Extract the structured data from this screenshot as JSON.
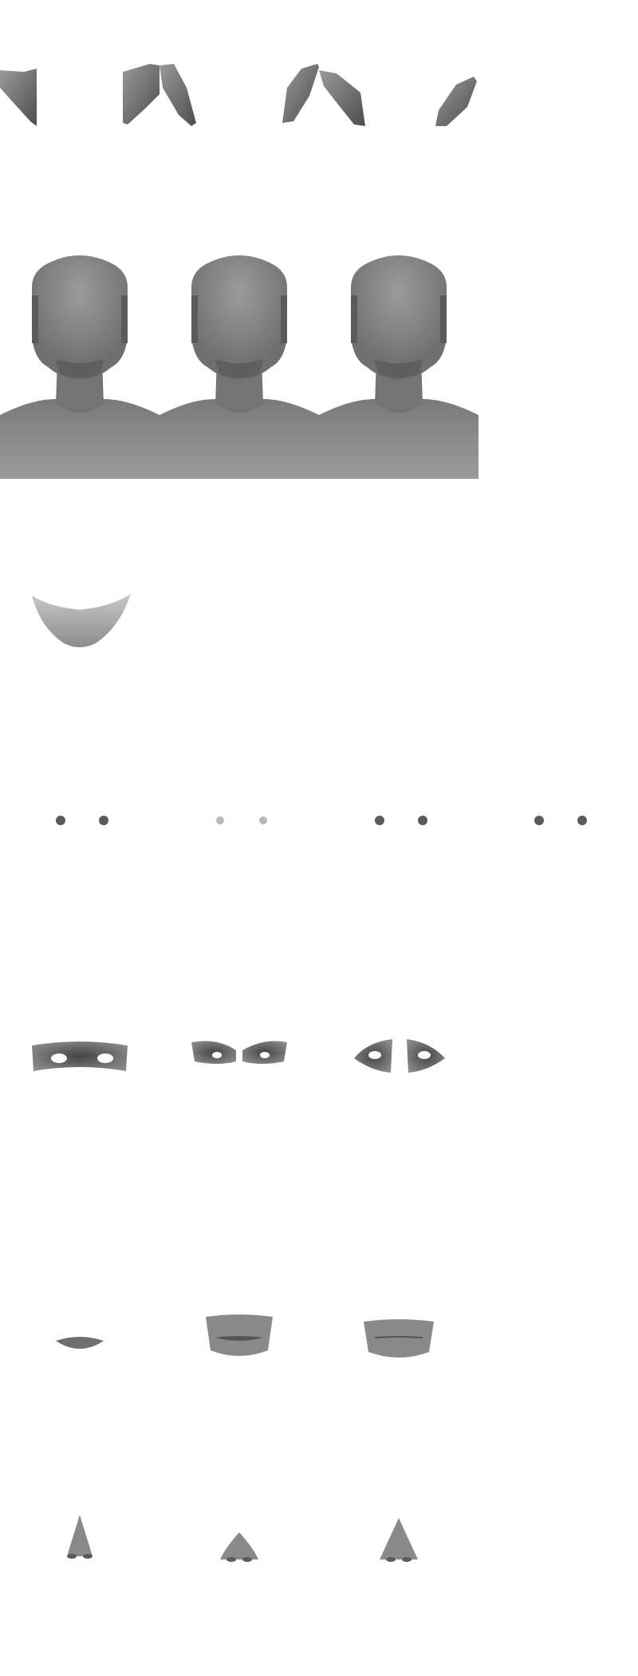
{
  "sheet": {
    "background": "#ffffff",
    "part_color": "#8a8a8a",
    "rows": [
      {
        "id": "ears",
        "label": "",
        "items": 3
      },
      {
        "id": "heads",
        "label": "",
        "items": 3
      },
      {
        "id": "jaw",
        "label": "",
        "items": 1
      },
      {
        "id": "pupils",
        "label": "",
        "items": 4
      },
      {
        "id": "eyes",
        "label": "",
        "items": 3
      },
      {
        "id": "mouths",
        "label": "",
        "items": 3
      },
      {
        "id": "noses",
        "label": "",
        "items": 3
      }
    ]
  }
}
